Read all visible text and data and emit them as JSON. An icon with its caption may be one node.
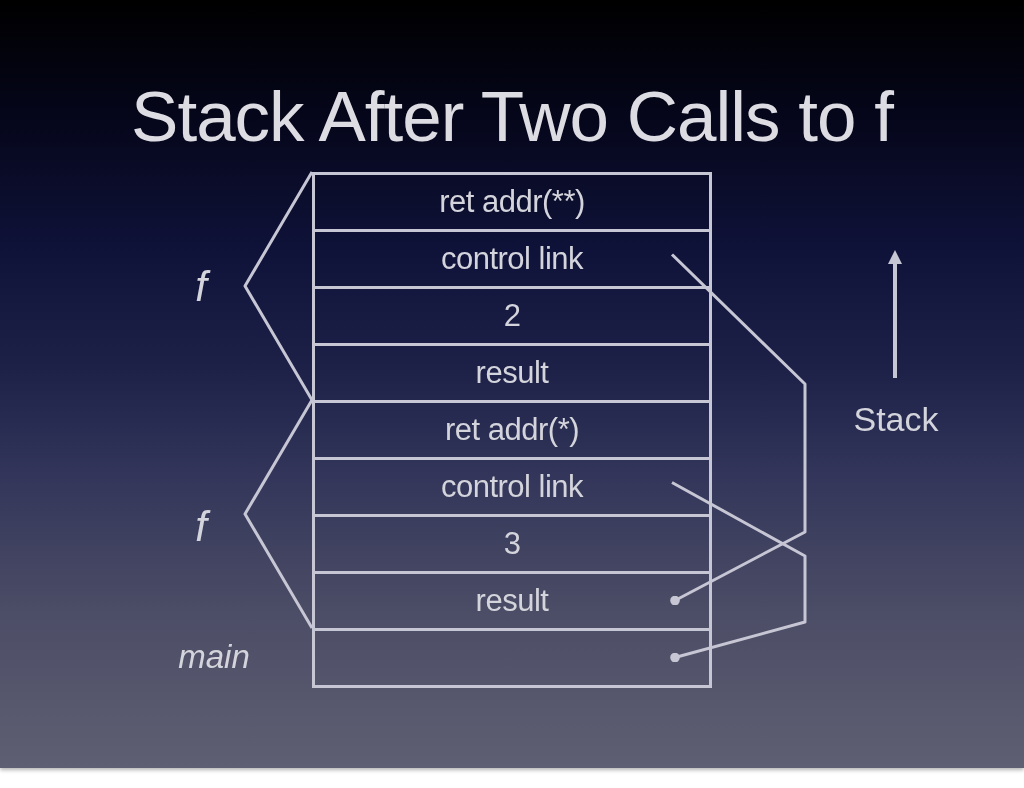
{
  "diagram": {
    "title": "Stack After Two Calls to f",
    "nodes": [
      {
        "text": [
          "ret addr(**)"
        ]
      },
      {
        "text": [
          "control link"
        ]
      },
      {
        "text": [
          "2"
        ]
      },
      {
        "text": [
          "result"
        ]
      },
      {
        "text": [
          "ret addr(*)"
        ]
      },
      {
        "text": [
          "control link"
        ]
      },
      {
        "text": [
          "3"
        ]
      },
      {
        "text": [
          "result"
        ]
      },
      {
        "text": [],
        "shape": "box"
      }
    ],
    "edges": [
      {
        "from": 1,
        "to": 7,
        "arrow": "other"
      },
      {
        "from": 5,
        "to": 8,
        "arrow": "other"
      }
    ],
    "labels": [
      "f",
      "f",
      "main",
      "Stack"
    ]
  }
}
